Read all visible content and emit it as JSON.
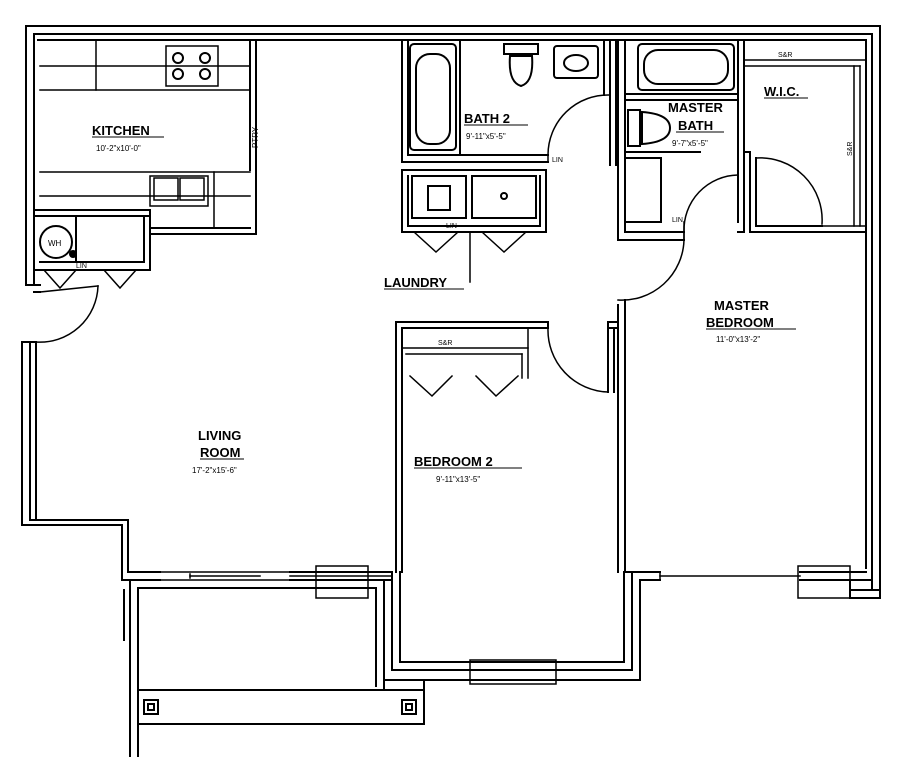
{
  "rooms": {
    "kitchen": {
      "name": "KITCHEN",
      "dims": "10'-2\"x10'-0\""
    },
    "bath2": {
      "name": "BATH 2",
      "dims": "9'-11\"x5'-5\""
    },
    "master_bath": {
      "name_line1": "MASTER",
      "name_line2": "BATH",
      "dims": "9'-7\"x5'-5\""
    },
    "wic": {
      "name": "W.I.C."
    },
    "laundry": {
      "name": "LAUNDRY"
    },
    "master_bedroom": {
      "name_line1": "MASTER",
      "name_line2": "BEDROOM",
      "dims": "11'-0\"x13'-2\""
    },
    "living_room": {
      "name_line1": "LIVING",
      "name_line2": "ROOM",
      "dims": "17'-2\"x15'-6\""
    },
    "bedroom2": {
      "name": "BEDROOM 2",
      "dims": "9'-11\"x13'-5\""
    }
  },
  "annotations": {
    "pantry": "PTRY",
    "linen": "LIN",
    "shelf_rod": "S&R",
    "water_heater": "WH"
  }
}
